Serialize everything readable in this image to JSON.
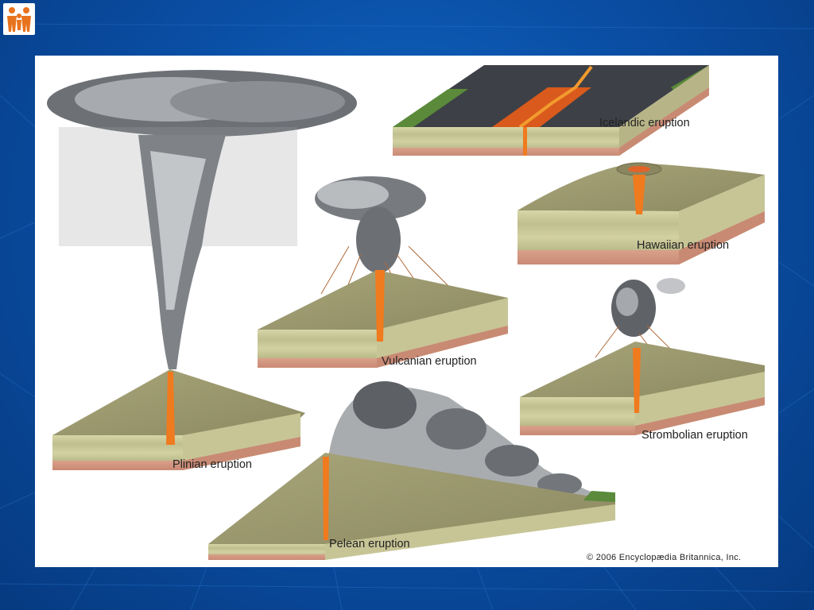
{
  "logo": {
    "icon": "family-people-icon",
    "color": "#e8731e"
  },
  "diagram": {
    "labels": {
      "icelandic": "Icelandic eruption",
      "hawaiian": "Hawaiian eruption",
      "vulcanian": "Vulcanian eruption",
      "strombolian": "Strombolian eruption",
      "plinian": "Plinian eruption",
      "pelean": "Pelean eruption"
    },
    "credit": "© 2006 Encyclopædia Britannica, Inc."
  },
  "colors": {
    "background": "#0a4fa6",
    "lava": "#f07a1e",
    "strata": "#c8c79a",
    "ash": "#6f7378"
  }
}
